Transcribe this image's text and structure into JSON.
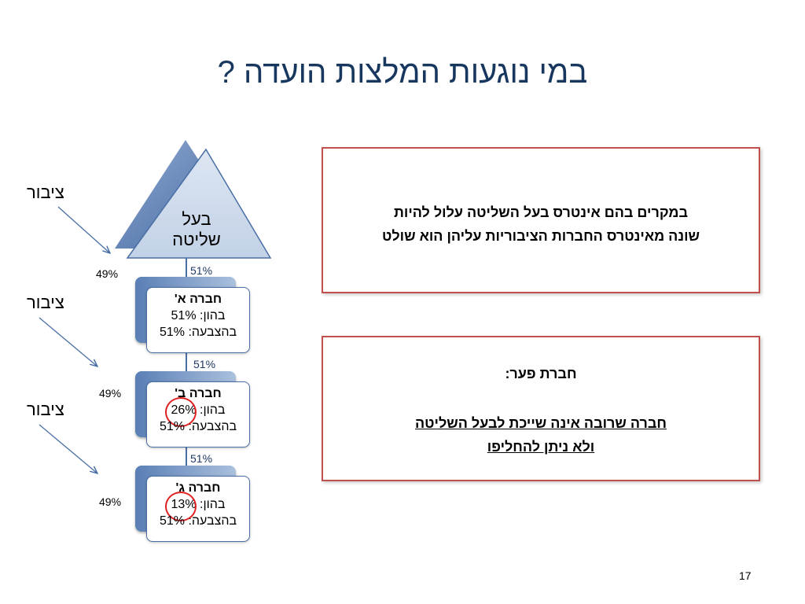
{
  "title": "במי נוגעות המלצות הועדה ?",
  "diagram": {
    "top": {
      "label_line1": "בעל",
      "label_line2": "שליטה"
    },
    "public_label": "ציבור",
    "ownership_links": [
      "51%",
      "51%",
      "51%"
    ],
    "public_shares": [
      "49%",
      "49%",
      "49%"
    ],
    "companies": [
      {
        "name": "חברה א'",
        "capital_label": "בהון:",
        "capital_value": "51%",
        "vote_label": "בהצבעה:",
        "vote_value": "51%"
      },
      {
        "name": "חברה ב'",
        "capital_label": "בהון:",
        "capital_value": "26%",
        "vote_label": "בהצבעה:",
        "vote_value": "51%"
      },
      {
        "name": "חברה ג'",
        "capital_label": "בהון:",
        "capital_value": "13%",
        "vote_label": "בהצבעה:",
        "vote_value": "51%"
      }
    ],
    "colors": {
      "link": "#4a6fa5",
      "ring": "#e02020",
      "box_border": "#c0504d",
      "title": "#17375e"
    }
  },
  "box1": {
    "line1": "במקרים בהם אינטרס בעל השליטה עלול להיות",
    "line2": "שונה מאינטרס החברות הציבוריות עליהן הוא שולט"
  },
  "box2": {
    "heading": "חברת פער:",
    "line1": "חברה שרובה אינה שייכת לבעל השליטה",
    "line2": "ולא ניתן להחליפו"
  },
  "page_number": "17"
}
